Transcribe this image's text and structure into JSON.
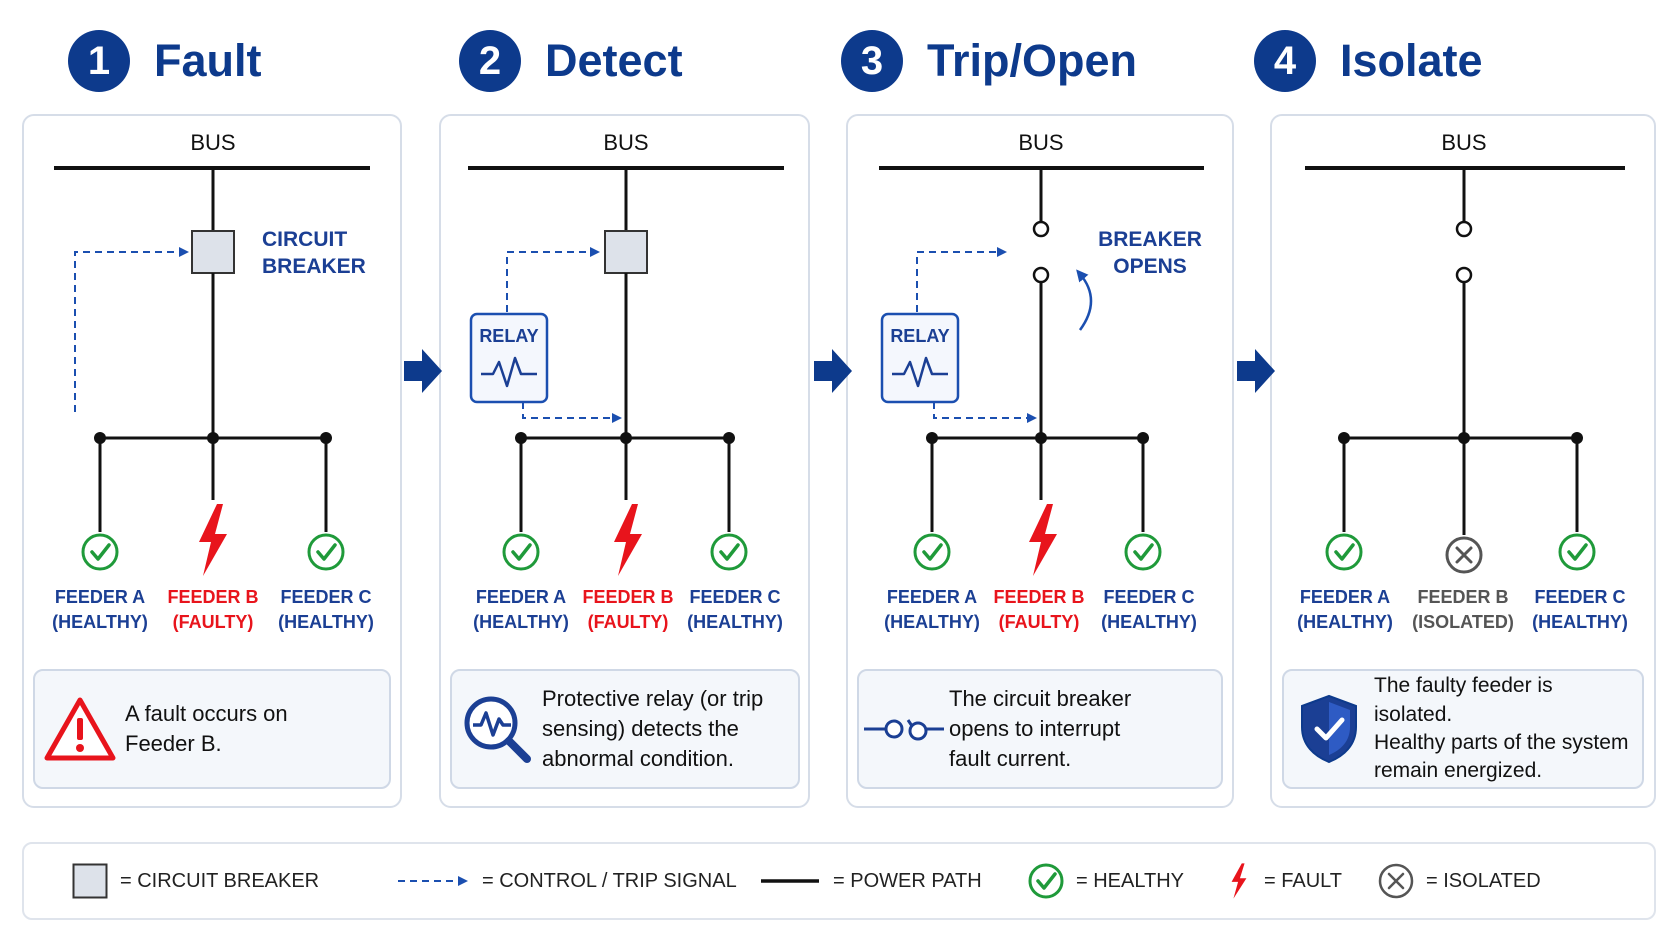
{
  "steps": [
    {
      "number": "1",
      "title": "Fault",
      "bus": "BUS",
      "label_line1": "CIRCUIT",
      "label_line2": "BREAKER",
      "feeders": [
        {
          "name": "FEEDER A",
          "status": "(HEALTHY)"
        },
        {
          "name": "FEEDER B",
          "status": "(FAULTY)"
        },
        {
          "name": "FEEDER C",
          "status": "(HEALTHY)"
        }
      ],
      "note": [
        "A fault occurs on",
        "Feeder B."
      ]
    },
    {
      "number": "2",
      "title": "Detect",
      "bus": "BUS",
      "relay": "RELAY",
      "feeders": [
        {
          "name": "FEEDER A",
          "status": "(HEALTHY)"
        },
        {
          "name": "FEEDER B",
          "status": "(FAULTY)"
        },
        {
          "name": "FEEDER C",
          "status": "(HEALTHY)"
        }
      ],
      "note": [
        "Protective relay (or trip",
        "sensing) detects the",
        "abnormal condition."
      ]
    },
    {
      "number": "3",
      "title": "Trip/Open",
      "bus": "BUS",
      "relay": "RELAY",
      "label_line1": "BREAKER",
      "label_line2": "OPENS",
      "feeders": [
        {
          "name": "FEEDER A",
          "status": "(HEALTHY)"
        },
        {
          "name": "FEEDER B",
          "status": "(FAULTY)"
        },
        {
          "name": "FEEDER C",
          "status": "(HEALTHY)"
        }
      ],
      "note": [
        "The circuit breaker",
        "opens to interrupt",
        "fault current."
      ]
    },
    {
      "number": "4",
      "title": "Isolate",
      "bus": "BUS",
      "feeders": [
        {
          "name": "FEEDER A",
          "status": "(HEALTHY)"
        },
        {
          "name": "FEEDER B",
          "status": "(ISOLATED)"
        },
        {
          "name": "FEEDER C",
          "status": "(HEALTHY)"
        }
      ],
      "note": [
        "The faulty feeder is isolated.",
        "Healthy parts of the system",
        "remain energized."
      ]
    }
  ],
  "legend": {
    "breaker": "= CIRCUIT BREAKER",
    "signal": "= CONTROL / TRIP SIGNAL",
    "power": "= POWER PATH",
    "healthy": "= HEALTHY",
    "fault": "= FAULT",
    "isolated": "= ISOLATED"
  },
  "colors": {
    "navy": "#0d3a8c",
    "blue_text": "#1b3f94",
    "fault_red": "#e8141c",
    "healthy_green": "#1f9a3a",
    "isolated_gray": "#555555"
  }
}
